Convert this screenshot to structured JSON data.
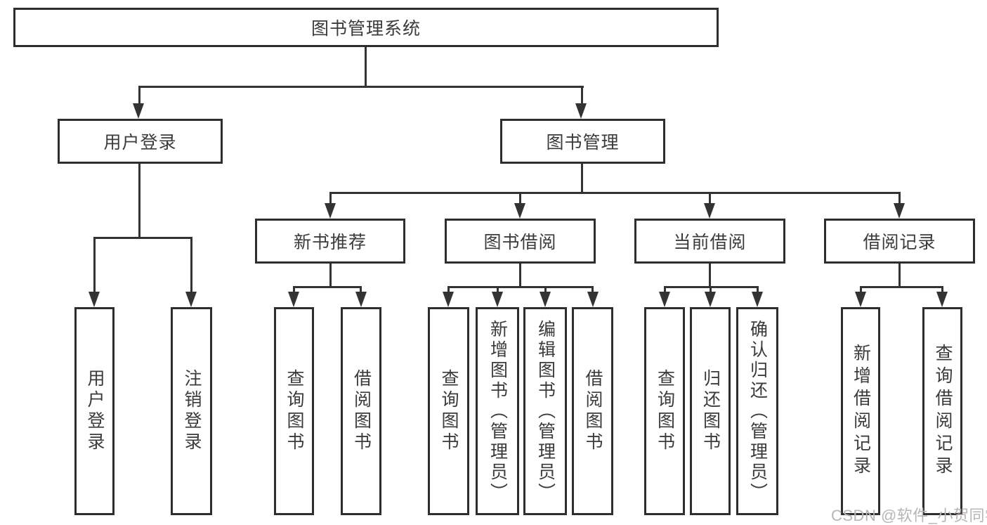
{
  "page": {
    "background": "#ffffff"
  },
  "colors": {
    "line": "#333333",
    "box_border": "#2e2e2e",
    "text": "#3b3b3b",
    "watermark_text_color": "#b9b4b6"
  },
  "watermark": {
    "text": "CSDN @软件_小贺同学"
  },
  "tree": {
    "root": {
      "label": "图书管理系统",
      "children": [
        {
          "label": "用户登录",
          "children": [
            {
              "label": "用户登录"
            },
            {
              "label": "注销登录"
            }
          ]
        },
        {
          "label": "图书管理",
          "children": [
            {
              "label": "新书推荐",
              "children": [
                {
                  "label": "查询图书"
                },
                {
                  "label": "借阅图书"
                }
              ]
            },
            {
              "label": "图书借阅",
              "children": [
                {
                  "label": "查询图书"
                },
                {
                  "label": "新增图书（管理员）"
                },
                {
                  "label": "编辑图书（管理员）"
                },
                {
                  "label": "借阅图书"
                }
              ]
            },
            {
              "label": "当前借阅",
              "children": [
                {
                  "label": "查询图书"
                },
                {
                  "label": "归还图书"
                },
                {
                  "label": "确认归还（管理员）"
                }
              ]
            },
            {
              "label": "借阅记录",
              "children": [
                {
                  "label": "新增借阅记录"
                },
                {
                  "label": "查询借阅记录"
                }
              ]
            }
          ]
        }
      ]
    }
  }
}
